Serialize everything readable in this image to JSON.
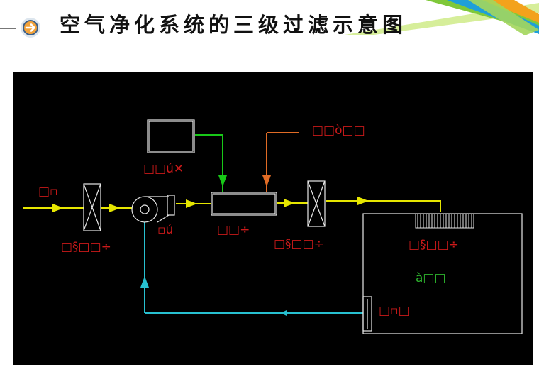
{
  "slide": {
    "title": "空气净化系统的三级过滤示意图",
    "icons": {
      "bullet": "arrow-right-circle-icon",
      "corner": "colored-stripes-decoration"
    }
  },
  "diagram": {
    "background_color": "#000000",
    "line_colors": {
      "air_path": "#e6e600",
      "return_path": "#27c0d0",
      "green_feed": "#18c818",
      "orange_feed": "#e06b25",
      "equipment": "#e8e8e8"
    },
    "label_color": "#cc1a1a",
    "room_label_color": "#2db52d",
    "labels": {
      "fresh_air": "□▫",
      "primary_filter": "□§□□÷",
      "fan": "▫ú",
      "unit_box": "□□÷",
      "secondary_filter": "□§□□÷",
      "hepa_filter": "□§□□÷",
      "top_box": "□□ú✕",
      "orange_source": "□□ò□□",
      "room": "à□□",
      "return_air": "□▫□"
    }
  }
}
